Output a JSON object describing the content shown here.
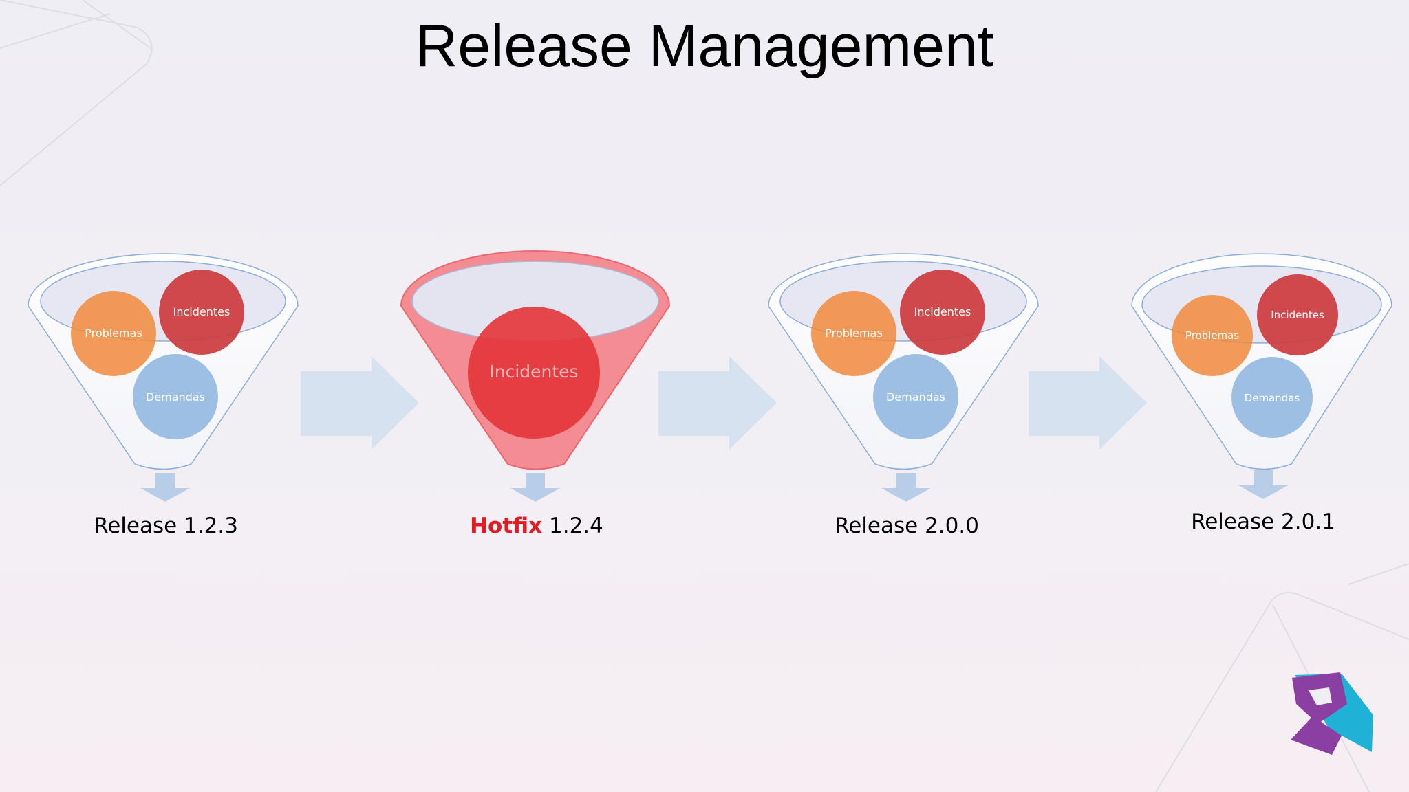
{
  "slide": {
    "title": "Release Management",
    "colors": {
      "background": "#f0eff4",
      "problemas": "#f08a3c",
      "incidentes": "#cc3b3e",
      "demandas": "#9dbfe3",
      "hotfix_funnel": "#f38d93",
      "hotfix_circle": "#e3343a",
      "hotfix_label": "#e01b22",
      "process_arrow": "#d7e2f0",
      "funnel_outline": "#8eaed6",
      "logo_purple": "#8b3fa3",
      "logo_cyan": "#1fb2d6"
    },
    "logo_icon": "company-logo-icon"
  },
  "funnels": [
    {
      "problemas": "Problemas",
      "incidentes": "Incidentes",
      "demandas": "Demandas",
      "caption": "Release 1.2.3"
    },
    {
      "incidentes": "Incidentes",
      "caption_prefix": "Hotfix",
      "caption_version": " 1.2.4"
    },
    {
      "problemas": "Problemas",
      "incidentes": "Incidentes",
      "demandas": "Demandas",
      "caption": "Release 2.0.0"
    },
    {
      "problemas": "Problemas",
      "incidentes": "Incidentes",
      "demandas": "Demandas",
      "caption": "Release 2.0.1"
    }
  ]
}
